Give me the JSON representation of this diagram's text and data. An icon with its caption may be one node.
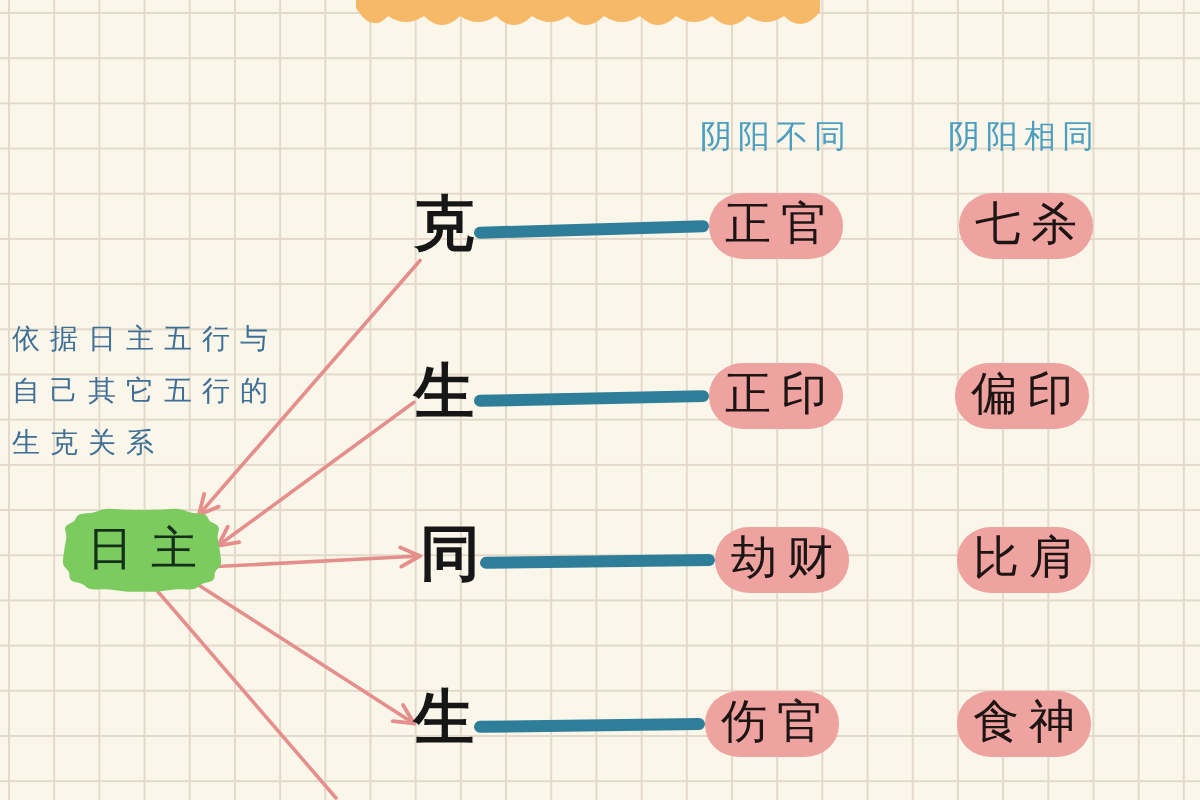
{
  "diagram": {
    "nodes": [
      {
        "text": [
          "克"
        ]
      },
      {
        "text": [
          "正官"
        ]
      },
      {
        "text": [
          "七杀"
        ]
      },
      {
        "text": [
          "生"
        ]
      },
      {
        "text": [
          "正印"
        ]
      },
      {
        "text": [
          "偏印"
        ]
      },
      {
        "text": [
          "日主"
        ]
      },
      {
        "text": [
          "同"
        ]
      },
      {
        "text": [
          "劫财"
        ]
      },
      {
        "text": [
          "比肩"
        ]
      },
      {
        "text": [
          "生"
        ]
      },
      {
        "text": [
          "伤官"
        ]
      },
      {
        "text": [
          "食神"
        ]
      }
    ],
    "edges": [
      {
        "from": 0,
        "to": 6,
        "arrow": "to"
      },
      {
        "from": 3,
        "to": 6,
        "arrow": "to"
      },
      {
        "from": 6,
        "to": 7,
        "arrow": "to"
      },
      {
        "from": 6,
        "to": 10,
        "arrow": "to"
      },
      {
        "from": 6,
        "to": null,
        "arrow": "none"
      },
      {
        "from": 0,
        "to": 1,
        "arrow": "none",
        "style": "thick",
        "color": "#2f7e99"
      },
      {
        "from": 3,
        "to": 4,
        "arrow": "none",
        "style": "thick",
        "color": "#2f7e99"
      },
      {
        "from": 7,
        "to": 8,
        "arrow": "none",
        "style": "thick",
        "color": "#2f7e99"
      },
      {
        "from": 10,
        "to": 11,
        "arrow": "none",
        "style": "thick",
        "color": "#2f7e99"
      }
    ],
    "labels": [
      "阴阳不同",
      "阴阳相同",
      "依据日主五行与自己其它五行的生克关系"
    ]
  }
}
